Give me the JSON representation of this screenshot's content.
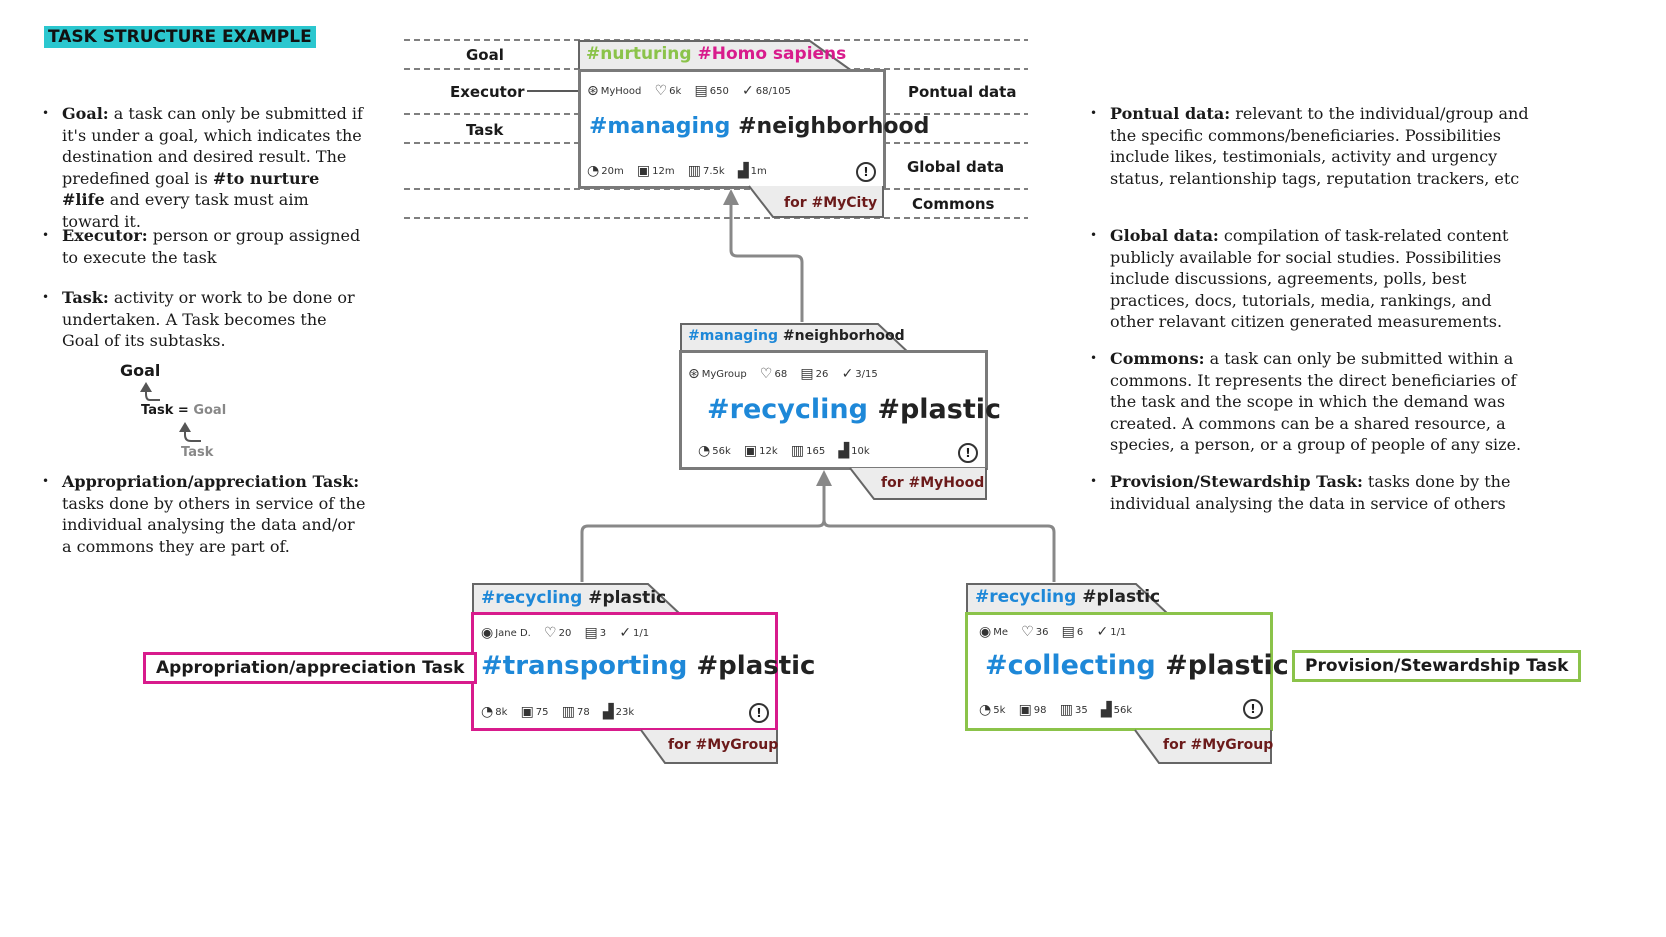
{
  "header": {
    "title": "TASK STRUCTURE EXAMPLE"
  },
  "left_notes": [
    {
      "term": "Goal:",
      "text": " a task can only be submitted if it's under a goal, which indicates the destination and desired result. The predefined goal is ",
      "bold2": "#to nurture #life",
      "text2": " and every task must aim toward it."
    },
    {
      "term": "Executor:",
      "text": " person or group assigned to execute the task"
    },
    {
      "term": "Task:",
      "text": " activity or work to be done or undertaken. A Task becomes the Goal of its subtasks."
    },
    {
      "term": "Appropriation/appreciation Task:",
      "text": " tasks done by others in service of the individual analysing the data and/or a commons they are part of."
    }
  ],
  "mini_diagram": {
    "goal": "Goal",
    "task": "Task",
    "equals": "=",
    "goal_gray": "Goal",
    "subtask": "Task"
  },
  "right_notes": [
    {
      "term": "Pontual data:",
      "text": " relevant to the individual/group and the specific commons/beneficiaries. Possibilities include likes, testimonials, activity and urgency status, relantionship tags, reputation trackers, etc"
    },
    {
      "term": "Global data:",
      "text": " compilation of task-related content publicly available for social studies. Possibilities include discussions, agreements, polls, best practices, docs, tutorials, media, rankings, and other relavant citizen generated measurements."
    },
    {
      "term": "Commons:",
      "text": " a task can only be submitted within a commons. It represents the direct beneficiaries of the task and the scope in which the demand was created. A commons can be a shared resource, a species, a person, or a group of people of any size."
    },
    {
      "term": "Provision/Stewardship Task:",
      "text": " tasks done by the individual analysing the data in service of others"
    }
  ],
  "guide_labels": {
    "left": [
      "Goal",
      "Executor",
      "Task"
    ],
    "right": [
      "Pontual data",
      "Global data",
      "Commons"
    ]
  },
  "cards": {
    "top": {
      "tab_a": "#nurturing",
      "tab_b": "#Homo sapiens",
      "executor": "MyHood",
      "likes": "6k",
      "comments": "650",
      "done": "68/105",
      "title_a": "#managing",
      "title_b": "#neighborhood",
      "discussions": "20m",
      "media": "12m",
      "docs": "7.5k",
      "rank": "1m",
      "commons": "for #MyCity"
    },
    "middle": {
      "tab_a": "#managing",
      "tab_b": "#neighborhood",
      "executor": "MyGroup",
      "likes": "68",
      "comments": "26",
      "done": "3/15",
      "title_a": "#recycling",
      "title_b": "#plastic",
      "discussions": "56k",
      "media": "12k",
      "docs": "165",
      "rank": "10k",
      "commons": "for #MyHood"
    },
    "left": {
      "tab_a": "#recycling",
      "tab_b": "#plastic",
      "executor": "Jane D.",
      "likes": "20",
      "comments": "3",
      "done": "1/1",
      "title_a": "#transporting",
      "title_b": "#plastic",
      "discussions": "8k",
      "media": "75",
      "docs": "78",
      "rank": "23k",
      "commons": "for #MyGroup"
    },
    "right": {
      "tab_a": "#recycling",
      "tab_b": "#plastic",
      "executor": "Me",
      "likes": "36",
      "comments": "6",
      "done": "1/1",
      "title_a": "#collecting",
      "title_b": "#plastic",
      "discussions": "5k",
      "media": "98",
      "docs": "35",
      "rank": "56k",
      "commons": "for #MyGroup"
    }
  },
  "side_labels": {
    "appropriation": "Appropriation/appreciation Task",
    "provision": "Provision/Stewardship Task"
  },
  "icons": [
    "globe-icon",
    "heart-icon",
    "comment-icon",
    "check-circle-icon",
    "discussion-icon",
    "media-icon",
    "doc-icon",
    "ranking-icon",
    "alert-icon",
    "user-icon"
  ],
  "colors": {
    "title_badge": "#2bc7cf",
    "hashtag_blue": "#1e88d8",
    "green": "#8bc34a",
    "magenta": "#d81b8c",
    "commons_text": "#6b1a1a"
  }
}
